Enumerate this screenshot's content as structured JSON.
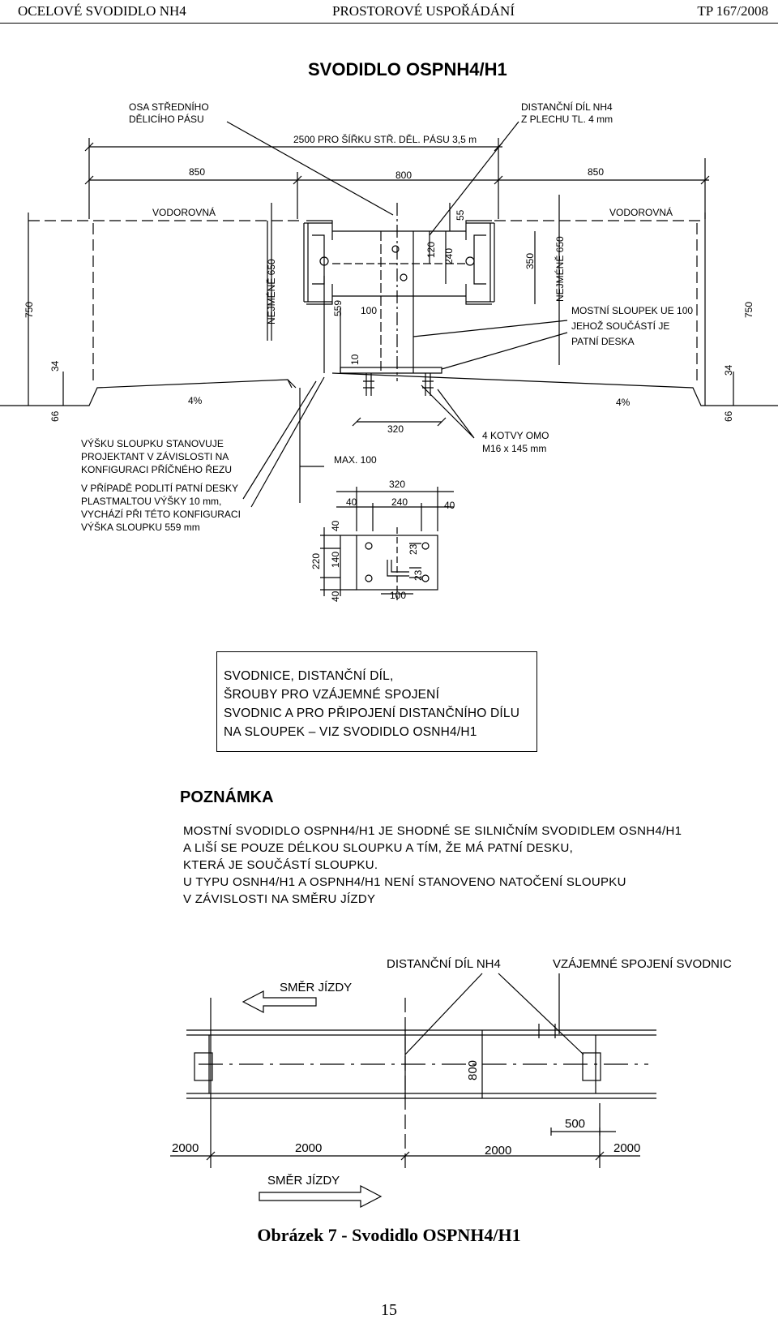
{
  "header": {
    "left": "OCELOVÉ SVODIDLO NH4",
    "center": "PROSTOROVÉ USPOŘÁDÁNÍ",
    "right": "TP 167/2008"
  },
  "drawing": {
    "title": "SVODIDLO OSPNH4/H1",
    "labels": {
      "osa_1": "OSA STŘEDNÍHO",
      "osa_2": "DĚLICÍHO PÁSU",
      "distancni_1": "DISTANČNÍ DÍL NH4",
      "distancni_2": "Z PLECHU TL. 4 mm",
      "sirka": "2500 PRO ŠÍŘKU STŘ. DĚL. PÁSU 3,5 m",
      "d850_left": "850",
      "d800": "800",
      "d850_right": "850",
      "vodorovna_left": "VODOROVNÁ",
      "vodorovna_right": "VODOROVNÁ",
      "d55": "55",
      "d120": "120",
      "d240": "240",
      "d350": "350",
      "nejmene_650_right": "NEJMÉNĚ 650",
      "nejmene_650_left": "NEJMÉNĚ 650",
      "d559": "559",
      "d100": "100",
      "d750_left": "750",
      "d750_right": "750",
      "mostni_1": "MOSTNÍ SLOUPEK UE 100",
      "mostni_2": "JEHOŽ SOUČÁSTÍ JE",
      "mostni_3": "PATNÍ DESKA",
      "d10": "10",
      "d34_left": "34",
      "d34_right": "34",
      "sklon_left": "4%",
      "sklon_right": "4%",
      "d66_left": "66",
      "d66_right": "66",
      "d320_top": "320",
      "kotvy_1": "4 KOTVY OMO",
      "kotvy_2": "M16 x 145 mm",
      "vyska_1": "VÝŠKU SLOUPKU STANOVUJE",
      "vyska_2": "PROJEKTANT V ZÁVISLOSTI NA",
      "vyska_3": "KONFIGURACI PŘÍČNÉHO ŘEZU",
      "podliti_1": "V PŘÍPADĚ PODLITÍ PATNÍ DESKY",
      "podliti_2": "PLASTMALTOU VÝŠKY 10 mm,",
      "podliti_3": "VYCHÁZÍ PŘI TÉTO KONFIGURACI",
      "podliti_4": "VÝŠKA SLOUPKU 559 mm",
      "max100": "MAX. 100",
      "d320_plate": "320",
      "d40_a": "40",
      "d240_plate": "240",
      "d40_b": "40",
      "d40_c": "40",
      "d220": "220",
      "d140": "140",
      "d40_d": "40",
      "d23_a": "23",
      "d23_b": "23",
      "d100_plate": "100"
    },
    "plan": {
      "distancni": "DISTANČNÍ DÍL NH4",
      "spojeni": "VZÁJEMNÉ SPOJENÍ SVODNIC",
      "smer_top": "SMĚR JÍZDY",
      "smer_bottom": "SMĚR JÍZDY",
      "d800": "800",
      "d500": "500",
      "d2000_1": "2000",
      "d2000_2": "2000",
      "d2000_3": "2000",
      "d2000_4": "2000"
    }
  },
  "note_box": {
    "lines": [
      "SVODNICE, DISTANČNÍ DÍL,",
      "ŠROUBY PRO VZÁJEMNÉ SPOJENÍ",
      "SVODNIC A PRO PŘIPOJENÍ DISTANČNÍHO DÍLU",
      "NA SLOUPEK – VIZ SVODIDLO OSNH4/H1"
    ]
  },
  "poznamka": {
    "title": "POZNÁMKA",
    "lines": [
      "MOSTNÍ SVODIDLO OSPNH4/H1 JE SHODNÉ SE SILNIČNÍM SVODIDLEM OSNH4/H1",
      "A LIŠÍ SE POUZE DÉLKOU SLOUPKU A TÍM, ŽE MÁ PATNÍ DESKU,",
      "KTERÁ JE SOUČÁSTÍ SLOUPKU.",
      "U TYPU OSNH4/H1 A OSPNH4/H1 NENÍ STANOVENO NATOČENÍ SLOUPKU",
      "V ZÁVISLOSTI NA SMĚRU JÍZDY"
    ]
  },
  "caption": "Obrázek 7 - Svodidlo OSPNH4/H1",
  "page_number": "15"
}
